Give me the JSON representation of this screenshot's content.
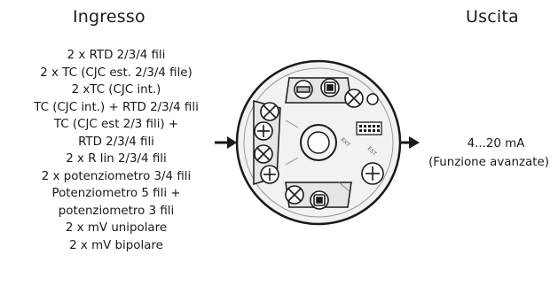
{
  "input": {
    "title": "Ingresso",
    "items": [
      "2 x RTD 2/3/4 fili",
      "2 x TC (CJC est. 2/3/4 file)",
      "2 xTC (CJC int.)",
      "TC (CJC int.) + RTD 2/3/4 fili",
      "TC (CJC est 2/3 fili) +",
      "RTD 2/3/4 fili",
      "2 x R lin 2/3/4 fili",
      "2 x potenziometro 3/4 fili",
      "Potenziometro 5 fili +",
      "potenziometro 3 fili",
      "2 x mV unipolare",
      "2 x mV bipolare"
    ]
  },
  "output": {
    "title": "Uscita",
    "value": "4...20 mA",
    "note": "(Funzione avanzate)"
  },
  "device": {
    "pcb_labels": [
      "EXT",
      "EST"
    ]
  },
  "colors": {
    "arrow": "#1a1a1a",
    "housing": "#f2f2f2",
    "outline": "#1a1a1a"
  }
}
